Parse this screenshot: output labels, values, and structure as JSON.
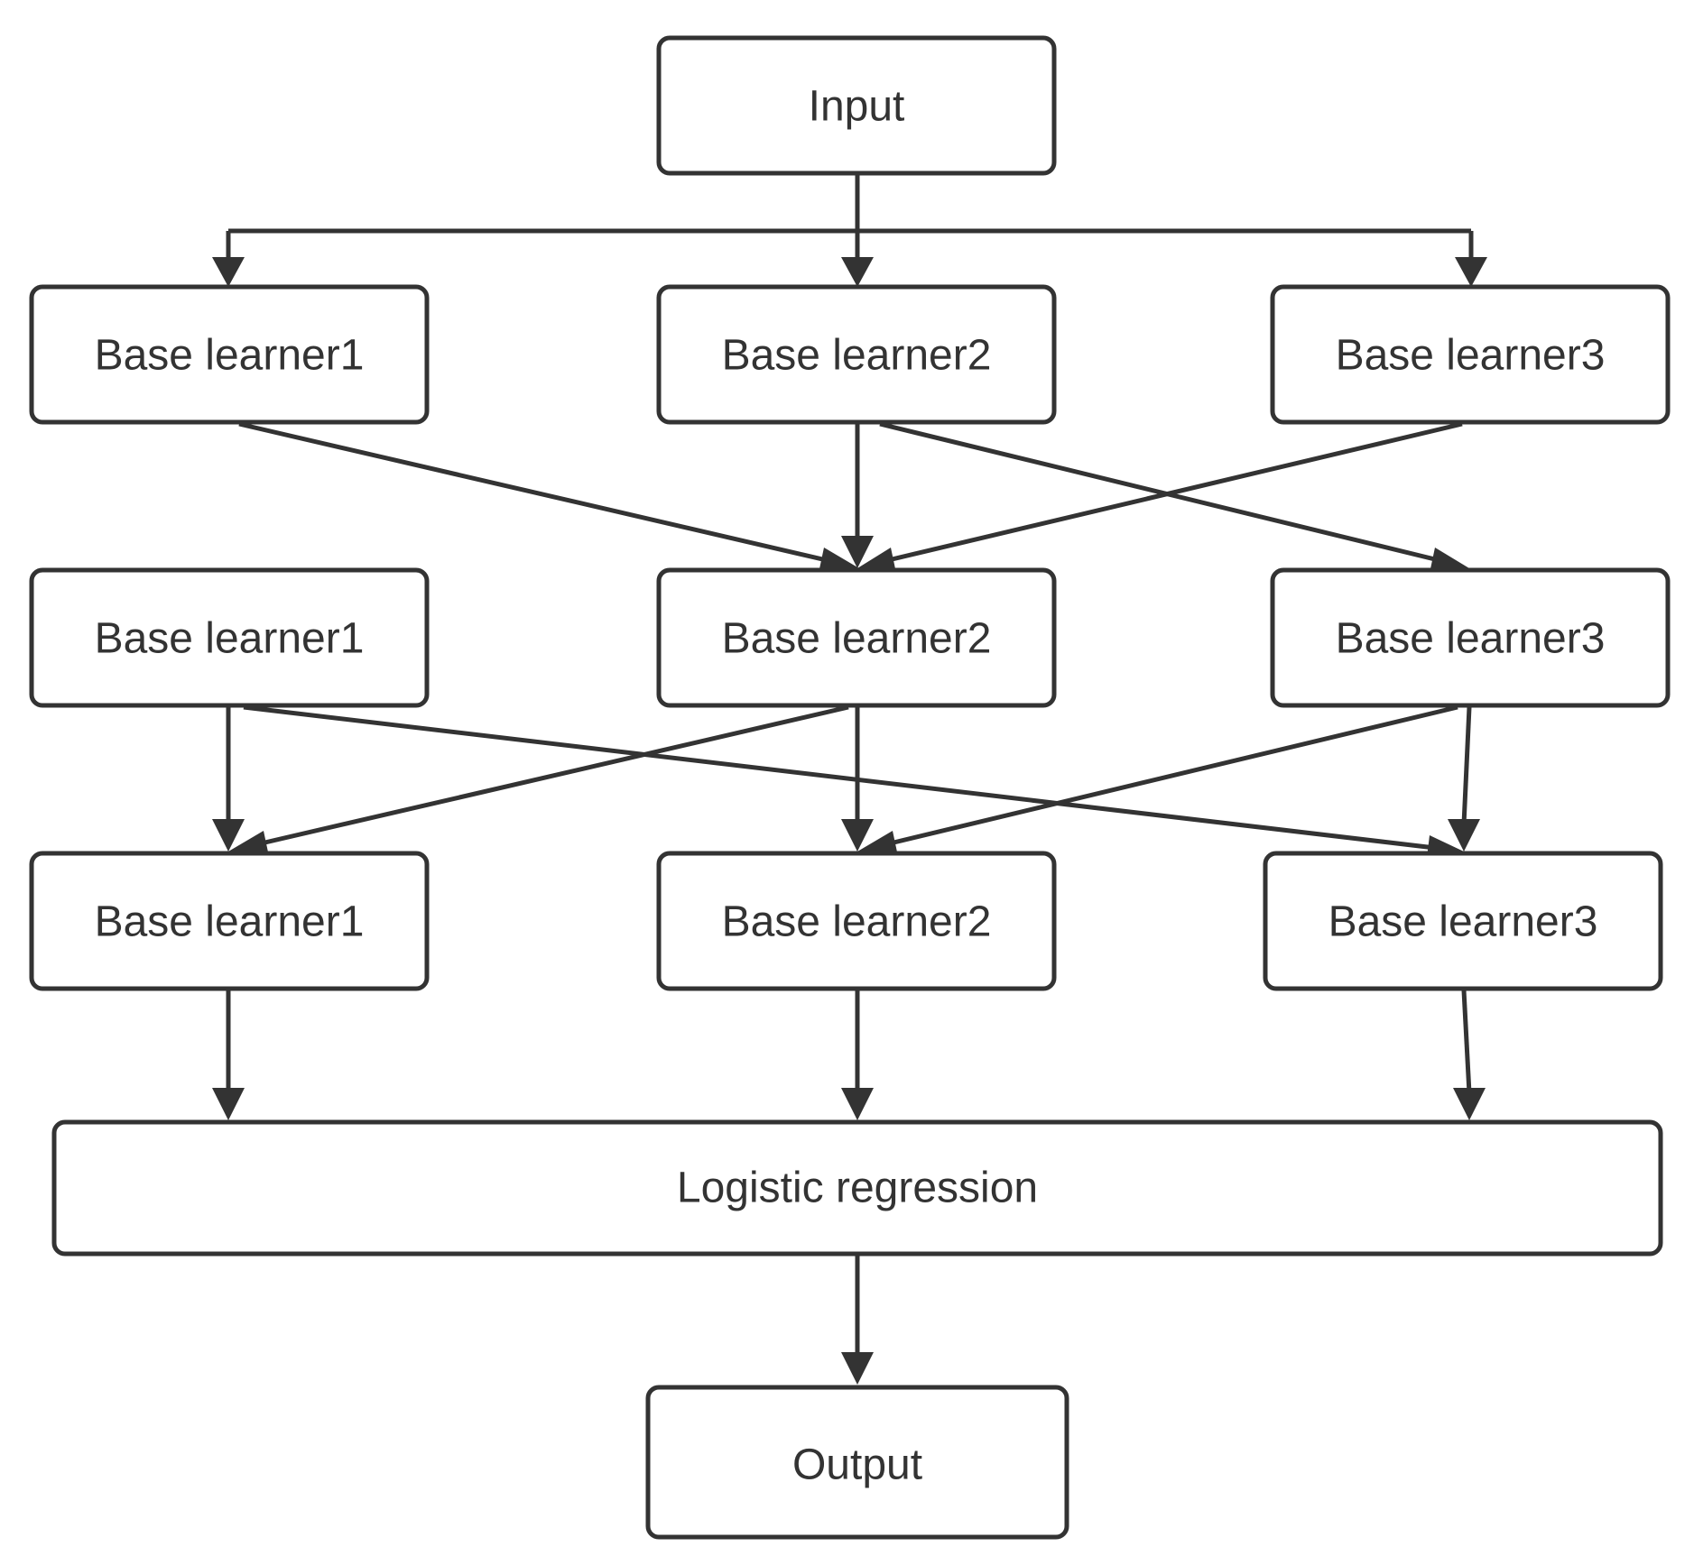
{
  "diagram": {
    "nodes": {
      "input": "Input",
      "l1_bl1": "Base learner1",
      "l1_bl2": "Base learner2",
      "l1_bl3": "Base learner3",
      "l2_bl1": "Base learner1",
      "l2_bl2": "Base learner2",
      "l2_bl3": "Base learner3",
      "l3_bl1": "Base learner1",
      "l3_bl2": "Base learner2",
      "l3_bl3": "Base learner3",
      "logistic": "Logistic regression",
      "output": "Output"
    },
    "edges": [
      {
        "from": "input",
        "to": "l1_bl1"
      },
      {
        "from": "input",
        "to": "l1_bl2"
      },
      {
        "from": "input",
        "to": "l1_bl3"
      },
      {
        "from": "l1_bl1",
        "to": "l2_bl2"
      },
      {
        "from": "l1_bl2",
        "to": "l2_bl2"
      },
      {
        "from": "l1_bl3",
        "to": "l2_bl2"
      },
      {
        "from": "l1_bl2",
        "to": "l2_bl3"
      },
      {
        "from": "l2_bl1",
        "to": "l3_bl1"
      },
      {
        "from": "l2_bl2",
        "to": "l3_bl1"
      },
      {
        "from": "l2_bl2",
        "to": "l3_bl2"
      },
      {
        "from": "l2_bl3",
        "to": "l3_bl2"
      },
      {
        "from": "l2_bl1",
        "to": "l3_bl3"
      },
      {
        "from": "l2_bl3",
        "to": "l3_bl3"
      },
      {
        "from": "l3_bl1",
        "to": "logistic"
      },
      {
        "from": "l3_bl2",
        "to": "logistic"
      },
      {
        "from": "l3_bl3",
        "to": "logistic"
      },
      {
        "from": "logistic",
        "to": "output"
      }
    ]
  }
}
